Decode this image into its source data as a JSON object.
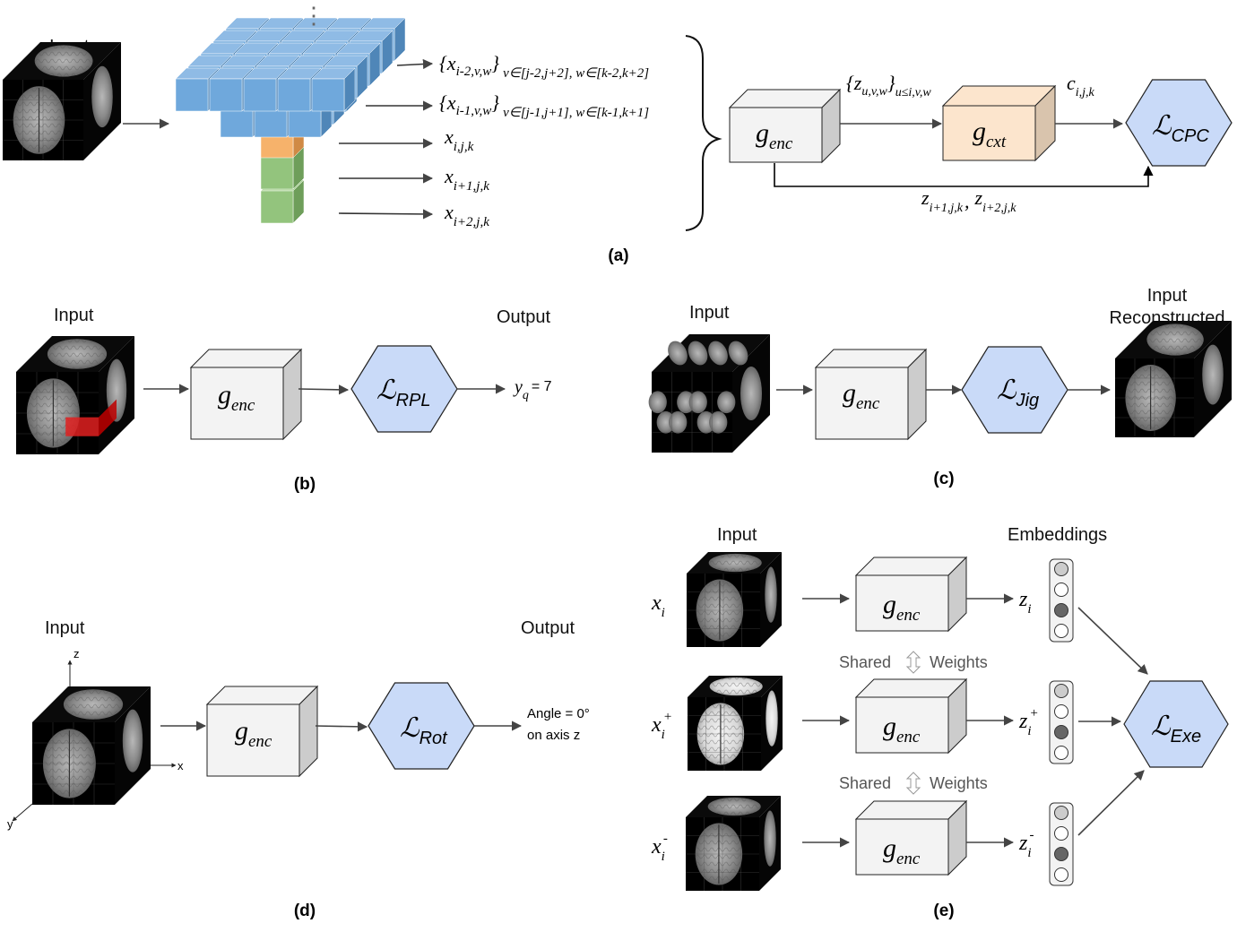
{
  "colors": {
    "loss_fill": "#c9daf8",
    "encoder_front": "#f3f3f3",
    "encoder_side": "#cccccc",
    "context_front": "#fce5cd",
    "context_side": "#d9c4ad",
    "patch_blue": "#6fa8dc",
    "patch_orange": "#f6b26b",
    "patch_green": "#93c47d",
    "highlight_red": "#e02020"
  },
  "panel_a": {
    "caption": "(a)",
    "input_label": "Input",
    "ellipsis": "⋮",
    "rows": [
      {
        "base": "{x",
        "sub": "i-2,v,w",
        "close": "}",
        "range": "v∈[j-2,j+2], w∈[k-2,k+2]"
      },
      {
        "base": "{x",
        "sub": "i-1,v,w",
        "close": "}",
        "range": "v∈[j-1,j+1], w∈[k-1,k+1]"
      },
      {
        "base": "x",
        "sub": "i,j,k"
      },
      {
        "base": "x",
        "sub": "i+1,j,k"
      },
      {
        "base": "x",
        "sub": "i+2,j,k"
      }
    ],
    "encoder": {
      "base": "g",
      "sub": "enc"
    },
    "context": {
      "base": "g",
      "sub": "cxt"
    },
    "loss": {
      "base": "ℒ",
      "sub": "CPC"
    },
    "z_set": {
      "base": "{z",
      "sub": "u,v,w",
      "close": "}",
      "range": "u≤i,v,w"
    },
    "c_label": {
      "base": "c",
      "sub": "i,j,k"
    },
    "z_targets": {
      "z1": "z",
      "z1_sub": "i+1,j,k",
      "sep": ",",
      "z2": "z",
      "z2_sub": "i+2,j,k"
    }
  },
  "panel_b": {
    "caption": "(b)",
    "input_label": "Input",
    "output_label": "Output",
    "encoder": {
      "base": "g",
      "sub": "enc"
    },
    "loss": {
      "base": "ℒ",
      "sub": "RPL"
    },
    "output": {
      "base": "y",
      "sub": "q",
      "value": "= 7"
    }
  },
  "panel_c": {
    "caption": "(c)",
    "input_label": "Input",
    "output_label_1": "Input",
    "output_label_2": "Reconstructed",
    "encoder": {
      "base": "g",
      "sub": "enc"
    },
    "loss": {
      "base": "ℒ",
      "sub": "Jig"
    }
  },
  "panel_d": {
    "caption": "(d)",
    "input_label": "Input",
    "output_label": "Output",
    "axes": {
      "z": "z",
      "x": "x",
      "y": "y"
    },
    "encoder": {
      "base": "g",
      "sub": "enc"
    },
    "loss": {
      "base": "ℒ",
      "sub": "Rot"
    },
    "output_line_1": "Angle = 0°",
    "output_line_2": "on axis z"
  },
  "panel_e": {
    "caption": "(e)",
    "input_label": "Input",
    "embeddings_label": "Embeddings",
    "shared_left": "Shared",
    "shared_right": "Weights",
    "rows": [
      {
        "x": "x",
        "x_sub": "i",
        "x_sup": "",
        "z": "z",
        "z_sub": "i",
        "z_sup": ""
      },
      {
        "x": "x",
        "x_sub": "i",
        "x_sup": "+",
        "z": "z",
        "z_sub": "i",
        "z_sup": "+"
      },
      {
        "x": "x",
        "x_sub": "i",
        "x_sup": "-",
        "z": "z",
        "z_sub": "i",
        "z_sup": "-"
      }
    ],
    "encoder": {
      "base": "g",
      "sub": "enc"
    },
    "loss": {
      "base": "ℒ",
      "sub": "Exe"
    },
    "embedding_nodes": [
      "light-gray",
      "white",
      "dark-gray",
      "white"
    ]
  }
}
